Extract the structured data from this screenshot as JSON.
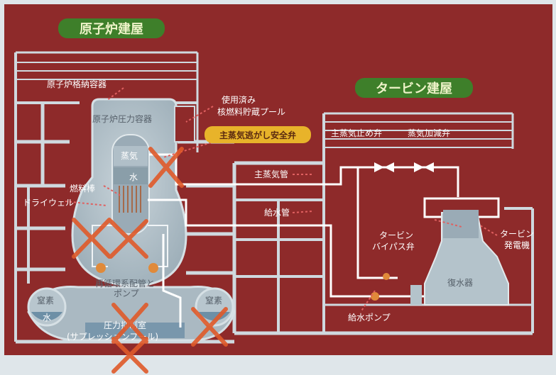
{
  "colors": {
    "background": "#8e2a2a",
    "structure": "#cfd9df",
    "pipe": "#ffffff",
    "vessel": "#b6c3cb",
    "pill": "#3e7f2a",
    "pill_text": "#eef3c8",
    "callout": "#e8b32a",
    "cross": "#e05a2a",
    "water": "#6d8fa6"
  },
  "titles": {
    "reactor_building": "原子炉建屋",
    "turbine_building": "タービン建屋"
  },
  "labels": {
    "containment_vessel": "原子炉格納容器",
    "pressure_vessel": "原子炉圧力容器",
    "spent_fuel_pool_line1": "使用済み",
    "spent_fuel_pool_line2": "核燃料貯蔵プール",
    "safety_relief_valve": "主蒸気逃がし安全弁",
    "steam": "蒸気",
    "water_region": "水",
    "main_steam_pipe": "主蒸気管",
    "main_steam_stop_valve": "主蒸気止め弁",
    "steam_control_valve": "蒸気加減弁",
    "fuel_rods": "燃料棒",
    "drywell": "ドライウェル",
    "feedwater_pipe": "給水管",
    "turbine_bypass_line1": "タービン",
    "turbine_bypass_line2": "バイパス弁",
    "turbine_generator_line1": "タービン",
    "turbine_generator_line2": "発電機",
    "condenser": "復水器",
    "recirc_line1": "再循環系配管と",
    "recirc_line2": "ポンプ",
    "nitrogen_left": "窒素",
    "nitrogen_right": "窒素",
    "water_left": "水",
    "suppression_line1": "圧力抑制室",
    "suppression_line2": "(サプレッションプール)",
    "feedwater_pump": "給水ポンプ"
  }
}
